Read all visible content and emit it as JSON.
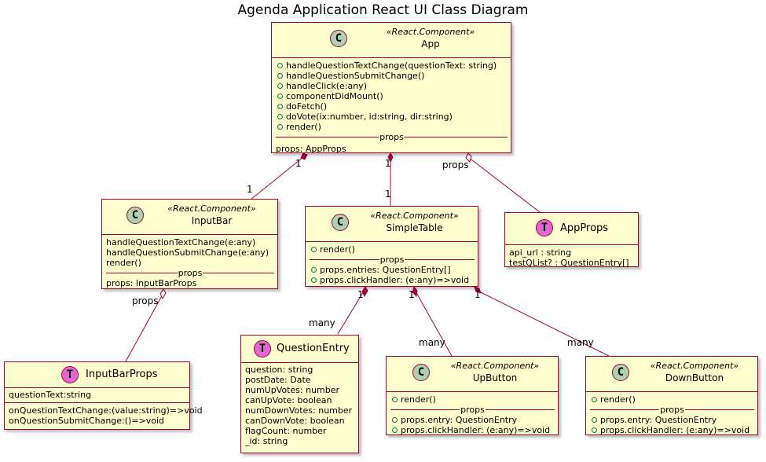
{
  "title": "Agenda Application React UI Class Diagram",
  "colors": {
    "class_bg": "#FEFECE",
    "border": "#A80036",
    "class_marker": "#ADD1B2",
    "type_marker": "#E068D0",
    "visibility": "#038048"
  },
  "classes": {
    "app": {
      "marker": "C",
      "stereotype": "«React.Component»",
      "name": "App",
      "methods": [
        "handleQuestionTextChange(questionText: string)",
        "handleQuestionSubmitChange()",
        "handleClick(e:any)",
        "componentDidMount()",
        "doFetch()",
        "doVote(ix:number, id:string, dir:string)",
        "render()"
      ],
      "separator": "props",
      "fields": [
        "props: AppProps"
      ]
    },
    "inputbar": {
      "marker": "C",
      "stereotype": "«React.Component»",
      "name": "InputBar",
      "methods": [
        "handleQuestionTextChange(e:any)",
        "handleQuestionSubmitChange(e:any)",
        "render()"
      ],
      "separator": "props",
      "fields": [
        "props: InputBarProps"
      ]
    },
    "simpletable": {
      "marker": "C",
      "stereotype": "«React.Component»",
      "name": "SimpleTable",
      "methods": [
        "render()"
      ],
      "separator": "props",
      "fields": [
        "props.entries: QuestionEntry[]",
        "props.clickHandler: (e:any)=>void"
      ]
    },
    "appprops": {
      "marker": "T",
      "name": "AppProps",
      "fields": [
        "api_url : string",
        "testQList? : QuestionEntry[]"
      ]
    },
    "inputbarprops": {
      "marker": "T",
      "name": "InputBarProps",
      "fields": [
        "questionText:string"
      ],
      "methods": [
        "onQuestionTextChange:(value:string)=>void",
        "onQuestionSubmitChange:()=>void"
      ]
    },
    "questionentry": {
      "marker": "T",
      "name": "QuestionEntry",
      "fields": [
        "question: string",
        "postDate: Date",
        "numUpVotes: number",
        "canUpVote: boolean",
        "numDownVotes: number",
        "canDownVote: boolean",
        "flagCount: number",
        "_id: string"
      ]
    },
    "upbutton": {
      "marker": "C",
      "stereotype": "«React.Component»",
      "name": "UpButton",
      "methods": [
        "render()"
      ],
      "separator": "props",
      "fields": [
        "props.entry: QuestionEntry",
        "props.clickHandler: (e:any)=>void"
      ]
    },
    "downbutton": {
      "marker": "C",
      "stereotype": "«React.Component»",
      "name": "DownButton",
      "methods": [
        "render()"
      ],
      "separator": "props",
      "fields": [
        "props.entry: QuestionEntry",
        "props.clickHandler: (e:any)=>void"
      ]
    }
  },
  "relations": [
    {
      "from": "App",
      "to": "InputBar",
      "kind": "composition",
      "from_label": "1",
      "to_label": "1"
    },
    {
      "from": "App",
      "to": "SimpleTable",
      "kind": "composition",
      "from_label": "1",
      "to_label": "1"
    },
    {
      "from": "App",
      "to": "AppProps",
      "kind": "aggregation",
      "from_label": "props",
      "to_label": ""
    },
    {
      "from": "InputBar",
      "to": "InputBarProps",
      "kind": "aggregation",
      "from_label": "props",
      "to_label": ""
    },
    {
      "from": "SimpleTable",
      "to": "QuestionEntry",
      "kind": "composition",
      "from_label": "1",
      "to_label": "many"
    },
    {
      "from": "SimpleTable",
      "to": "UpButton",
      "kind": "composition",
      "from_label": "1",
      "to_label": "many"
    },
    {
      "from": "SimpleTable",
      "to": "DownButton",
      "kind": "composition",
      "from_label": "1",
      "to_label": "many"
    }
  ]
}
